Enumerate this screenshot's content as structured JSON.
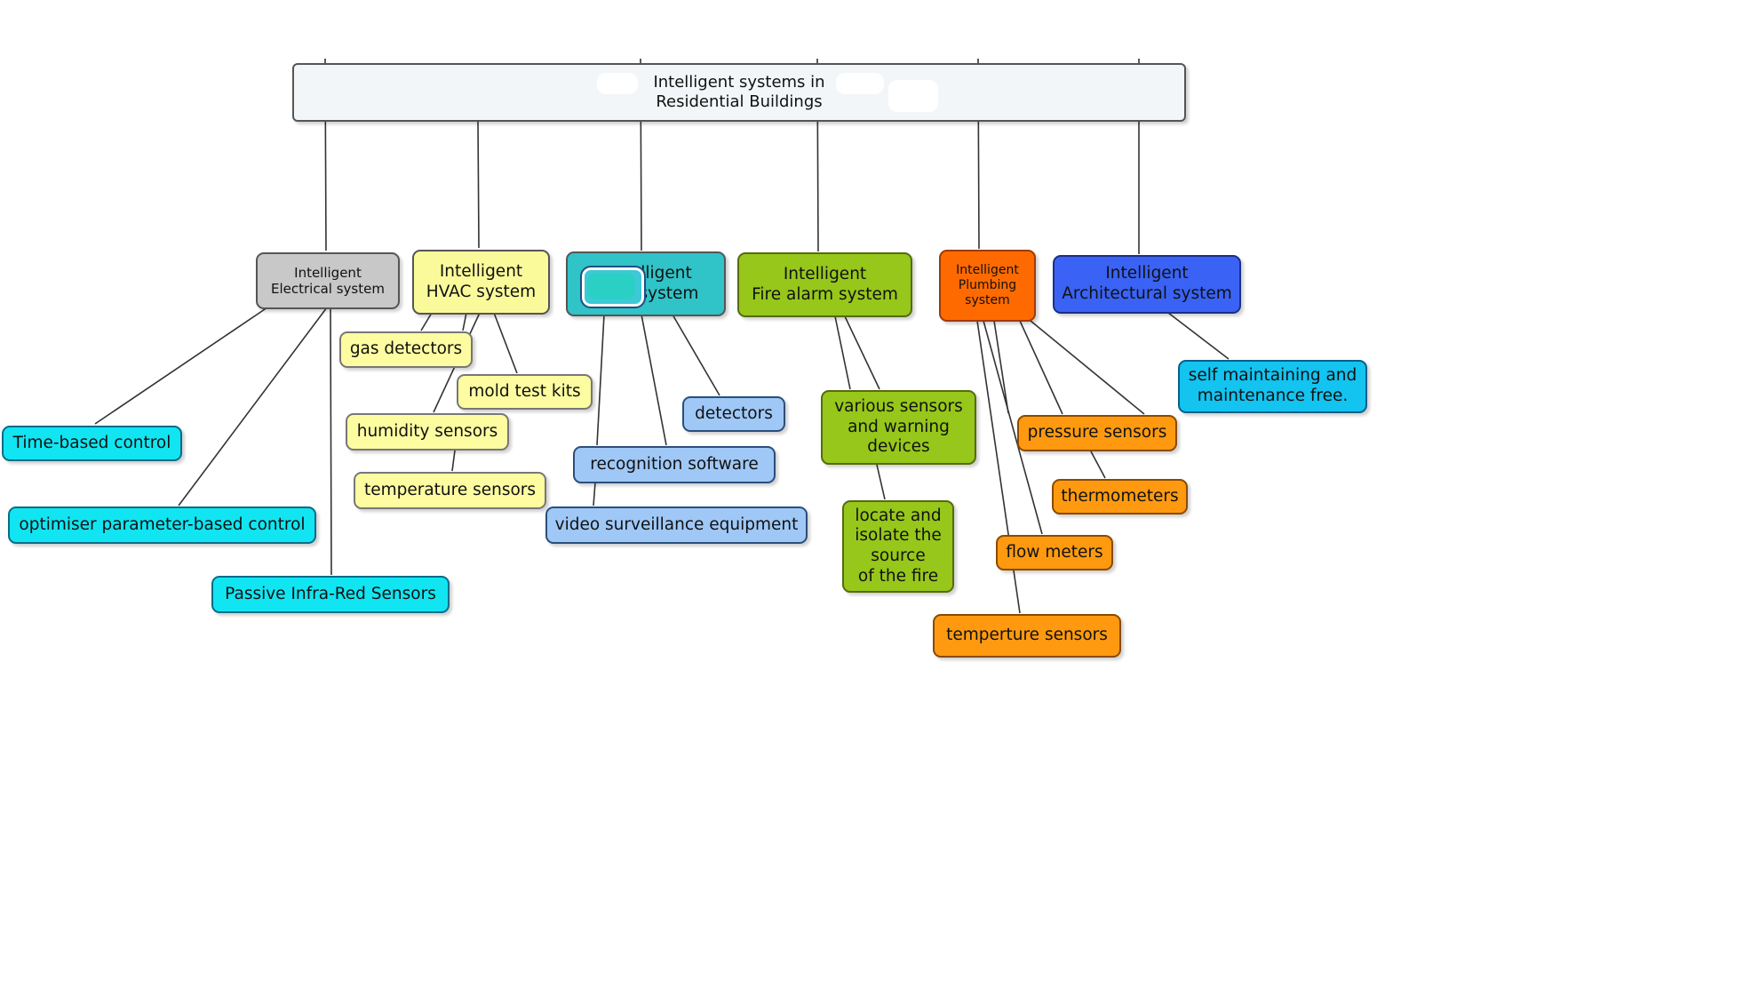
{
  "diagram": {
    "root": "Intelligent systems in\nResidential Buildings",
    "categories": [
      {
        "id": "electrical",
        "label": "Intelligent\nElectrical system",
        "color": "#c8c8c8",
        "children": [
          "Time-based control",
          "optimiser parameter-based control",
          "Passive Infra-Red Sensors"
        ]
      },
      {
        "id": "hvac",
        "label": "Intelligent\nHVAC system",
        "color": "#fbfa9b",
        "children": [
          "gas detectors",
          "mold test kits",
          "humidity sensors",
          "temperature sensors"
        ]
      },
      {
        "id": "security",
        "label_visible_fragments": [
          "lligent",
          "system"
        ],
        "color": "#30c3c7",
        "children": [
          "detectors",
          "recognition software",
          "video surveillance equipment"
        ]
      },
      {
        "id": "fire",
        "label": "Intelligent\nFire alarm system",
        "color": "#96c71a",
        "children": [
          "various sensors\nand warning\ndevices",
          "locate and\nisolate the\nsource\nof the fire"
        ]
      },
      {
        "id": "plumbing",
        "label": "Intelligent\nPlumbing\nsystem",
        "color": "#ff6a00",
        "children": [
          "pressure sensors",
          "thermometers",
          "flow meters",
          "temperture sensors"
        ]
      },
      {
        "id": "architectural",
        "label": "Intelligent\nArchitectural system",
        "color": "#3a63f5",
        "children": [
          "self maintaining and\nmaintenance free."
        ]
      }
    ],
    "leaf_colors": {
      "electrical": "#11e5f2",
      "hvac": "#fdfca0",
      "security": "#9fc8f7",
      "fire": "#96c71a",
      "plumbing": "#ff9a10",
      "architectural": "#13c3f0"
    }
  }
}
